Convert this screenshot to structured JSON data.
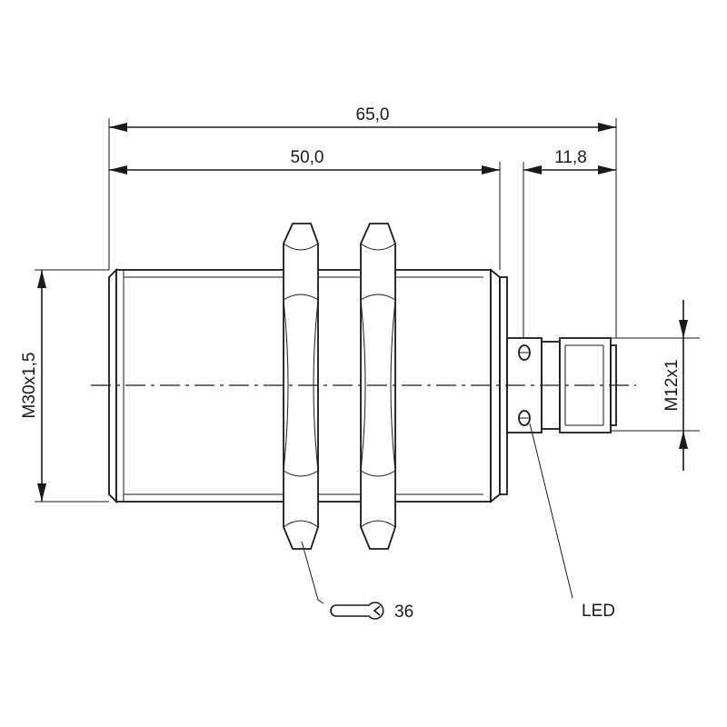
{
  "dimensions": {
    "overall_length": "65,0",
    "body_length": "50,0",
    "connector_length": "11,8",
    "body_thread": "M30x1,5",
    "connector_thread": "M12x1"
  },
  "callouts": {
    "wrench_size": "36",
    "led_label": "LED"
  },
  "icons": {
    "wrench": "wrench-icon"
  },
  "colors": {
    "line": "#1a1a1a",
    "background": "#ffffff"
  }
}
